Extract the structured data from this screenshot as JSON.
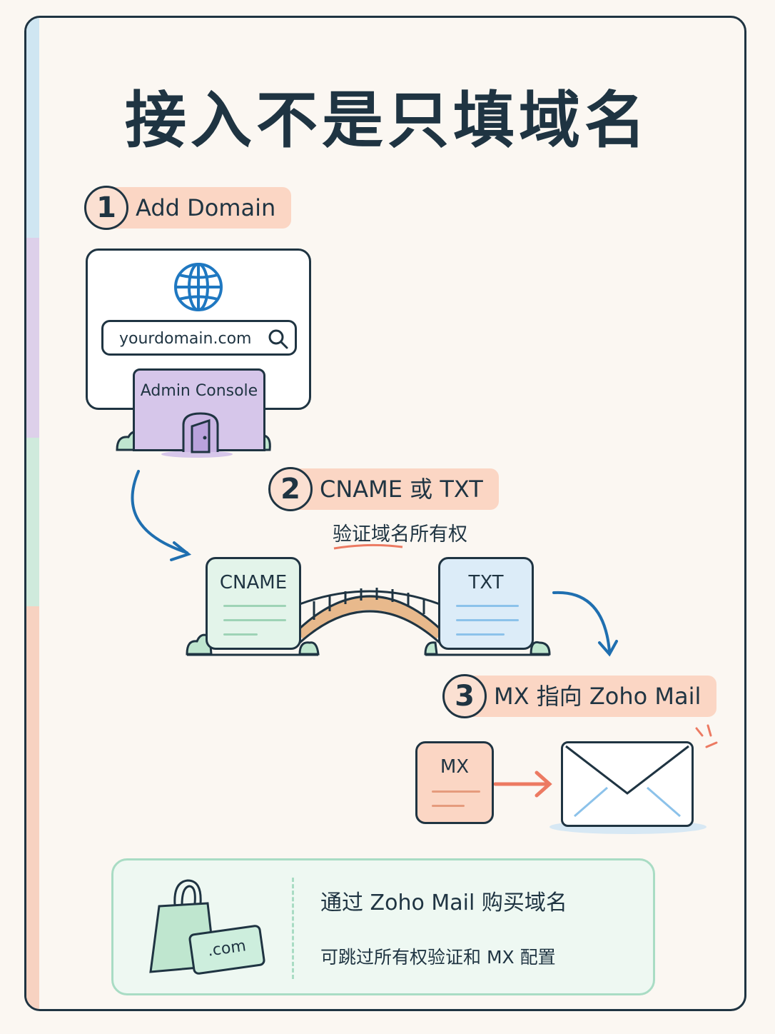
{
  "title": "接入不是只填域名",
  "step1": {
    "number": "1",
    "label": "Add Domain",
    "domain_value": "yourdomain.com",
    "console_label": "Admin Console"
  },
  "step2": {
    "number": "2",
    "label": "CNAME 或 TXT",
    "subtitle": "验证域名所有权",
    "left_record": "CNAME",
    "right_record": "TXT"
  },
  "step3": {
    "number": "3",
    "label": "MX 指向 Zoho Mail",
    "record": "MX"
  },
  "footer": {
    "headline": "通过 Zoho Mail 购买域名",
    "description": "可跳过所有权验证和 MX 配置",
    "ticket_label": ".com"
  },
  "colors": {
    "ink": "#1f3442",
    "peach": "#fbd6c4",
    "lavender": "#d6c6ea",
    "mint": "#e3f4ea",
    "sky": "#dcecf8",
    "blue_arrow": "#1f6fb0",
    "red_arrow": "#ec7a62"
  },
  "icons": [
    "globe-icon",
    "search-icon",
    "door-icon",
    "bridge-icon",
    "envelope-icon",
    "shopping-bag-icon",
    "ticket-icon",
    "arrow-icon"
  ]
}
